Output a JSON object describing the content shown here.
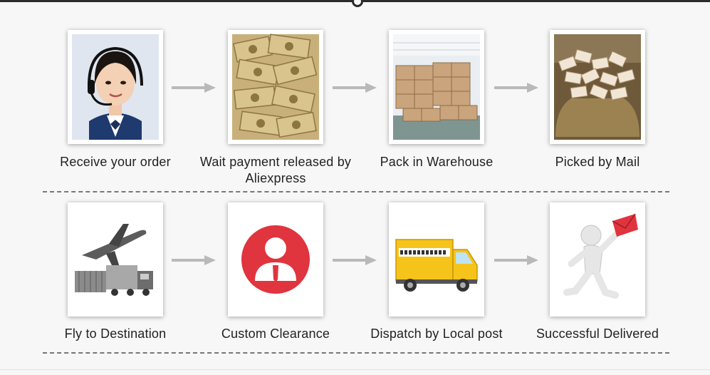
{
  "steps_row1": [
    {
      "label": "Receive your order",
      "icon": "customer-service-icon"
    },
    {
      "label": "Wait payment released by Aliexpress",
      "icon": "money-icon"
    },
    {
      "label": "Pack in Warehouse",
      "icon": "warehouse-icon"
    },
    {
      "label": "Picked by Mail",
      "icon": "mail-sack-icon"
    }
  ],
  "steps_row2": [
    {
      "label": "Fly to Destination",
      "icon": "airplane-icon"
    },
    {
      "label": "Custom Clearance",
      "icon": "customs-officer-icon"
    },
    {
      "label": "Dispatch by Local post",
      "icon": "delivery-truck-icon"
    },
    {
      "label": "Successful Delivered",
      "icon": "delivered-person-icon"
    }
  ],
  "colors": {
    "arrow": "#b9b9b9",
    "accent_red": "#e0343f",
    "truck_yellow": "#f6c31a"
  }
}
